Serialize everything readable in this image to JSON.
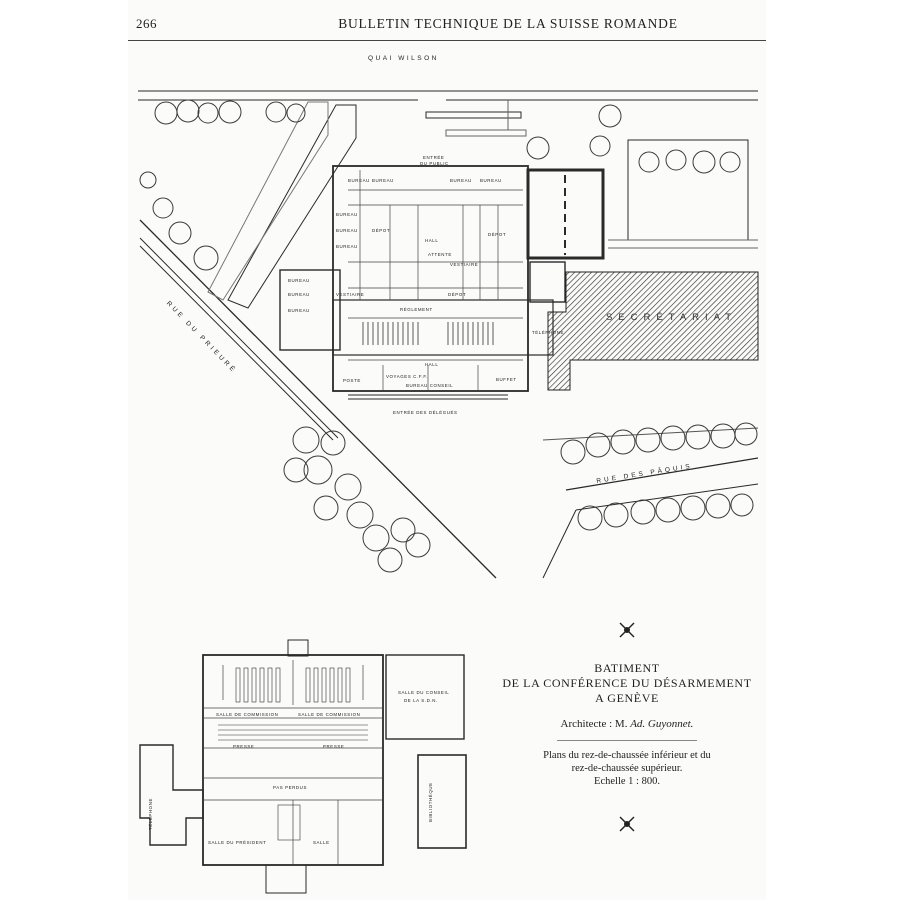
{
  "header": {
    "page_number": "266",
    "journal_title": "BULLETIN TECHNIQUE DE LA SUISSE ROMANDE"
  },
  "site_plan": {
    "street_top": "QUAI WILSON",
    "street_left": "RUE DU PRIEURÉ",
    "street_right": "RUE DES PÂQUIS",
    "secretariat": "SECRÉTARIAT",
    "entrance_public": [
      "ENTRÉE",
      "DU PUBLIC"
    ],
    "entrance_delegates": "ENTRÉE DES DÉLÉGUÉS",
    "hall_label": "HALL",
    "room_labels": {
      "bureau": "BUREAU",
      "depot": "DÉPOT",
      "vestiaire": "VESTIAIRE",
      "attente": "ATTENTE",
      "reglement": "RÈGLEMENT",
      "poste": "POSTE",
      "voyages": "VOYAGES C.F.F.",
      "bureau_conseil": "BUREAU CONSEIL",
      "buffet": "BUFFET",
      "telephone": "TÉLÉPHONE"
    }
  },
  "floor_plan": {
    "salle_commission": "SALLE DE COMMISSION",
    "presse": "PRESSE",
    "pas_perdus": "PAS PERDUS",
    "salle_conseil": [
      "SALLE DU CONSEIL",
      "DE LA S.D.N."
    ],
    "bibliotheque": "BIBLIOTHÈQUE",
    "salle_president": "SALLE DU PRÉSIDENT",
    "salle": "SALLE",
    "telephone": "TÉLÉPHONE"
  },
  "caption": {
    "title_lines": [
      "BATIMENT",
      "DE LA CONFÉRENCE DU DÉSARMEMENT",
      "A GENÈVE"
    ],
    "architect_prefix": "Architecte : M. ",
    "architect_name": "Ad. Guyonnet.",
    "plans_lines": [
      "Plans du rez-de-chaussée inférieur et du",
      "rez-de-chaussée supérieur.",
      "Echelle 1 : 800."
    ]
  }
}
